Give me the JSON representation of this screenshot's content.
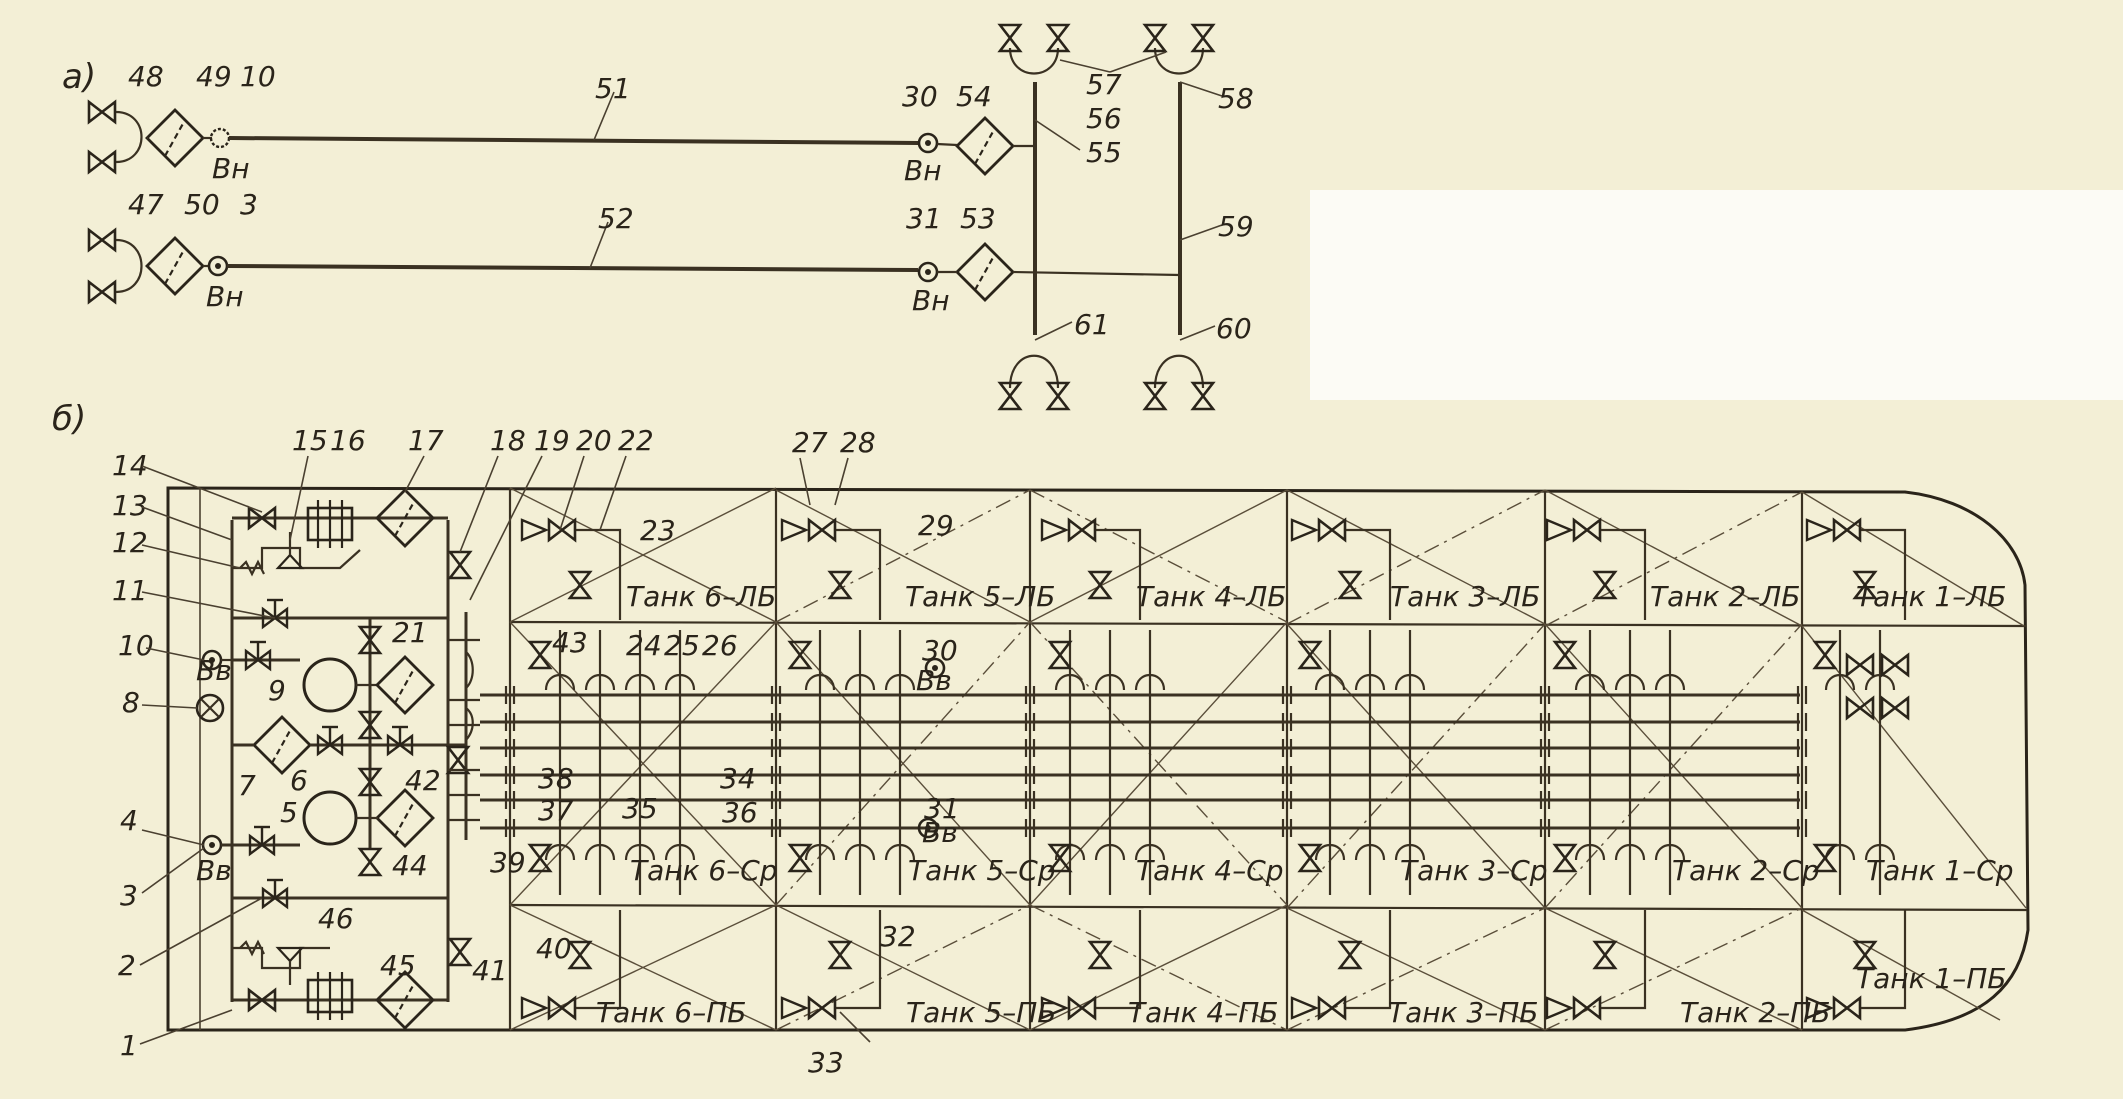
{
  "section_a": {
    "label": "а)"
  },
  "section_b": {
    "label": "б)"
  },
  "labels_a": {
    "n48": "48",
    "n49": "49",
    "n10": "10",
    "n51": "51",
    "n47": "47",
    "n50": "50",
    "n3": "3",
    "n52": "52",
    "n30": "30",
    "n54": "54",
    "n31": "31",
    "n53": "53",
    "n57": "57",
    "n56": "56",
    "n55": "55",
    "n58": "58",
    "n59": "59",
    "n61": "61",
    "n60": "60",
    "vn": "Вн"
  },
  "labels_b": {
    "n14": "14",
    "n15": "15",
    "n16": "16",
    "n17": "17",
    "n18": "18",
    "n19": "19",
    "n20": "20",
    "n22": "22",
    "n23": "23",
    "n27": "27",
    "n28": "28",
    "n29": "29",
    "n13": "13",
    "n12": "12",
    "n11": "11",
    "n10": "10",
    "n8": "8",
    "n9": "9",
    "n21": "21",
    "n7": "7",
    "n6": "6",
    "n42": "42",
    "n5": "5",
    "n44": "44",
    "n4": "4",
    "n3": "3",
    "n46": "46",
    "n2": "2",
    "n45": "45",
    "n1": "1",
    "n43": "43",
    "n24": "24",
    "n25": "25",
    "n26": "26",
    "n38": "38",
    "n37": "37",
    "n35": "35",
    "n34": "34",
    "n36": "36",
    "n39": "39",
    "n40": "40",
    "n41": "41",
    "n30": "30",
    "n31": "31",
    "n32": "32",
    "n33": "33",
    "vv": "Вв"
  },
  "tanks": {
    "t6lb": "Танк 6–ЛБ",
    "t5lb": "Танк 5–ЛБ",
    "t4lb": "Танк 4–ЛБ",
    "t3lb": "Танк 3–ЛБ",
    "t2lb": "Танк 2–ЛБ",
    "t1lb": "Танк 1–ЛБ",
    "t6sr": "Танк 6–Ср",
    "t5sr": "Танк 5–Ср",
    "t4sr": "Танк 4–Ср",
    "t3sr": "Танк 3–Ср",
    "t2sr": "Танк 2–Ср",
    "t1sr": "Танк 1–Ср",
    "t6pb": "Танк 6–ПБ",
    "t5pb": "Танк 5–ПБ",
    "t4pb": "Танк 4–ПБ",
    "t3pb": "Танк 3–ПБ",
    "t2pb": "Танк 2–ПБ",
    "t1pb": "Танк 1–ПБ"
  },
  "colors": {
    "paper": "#f3efd6",
    "ink": "#2a241a"
  }
}
